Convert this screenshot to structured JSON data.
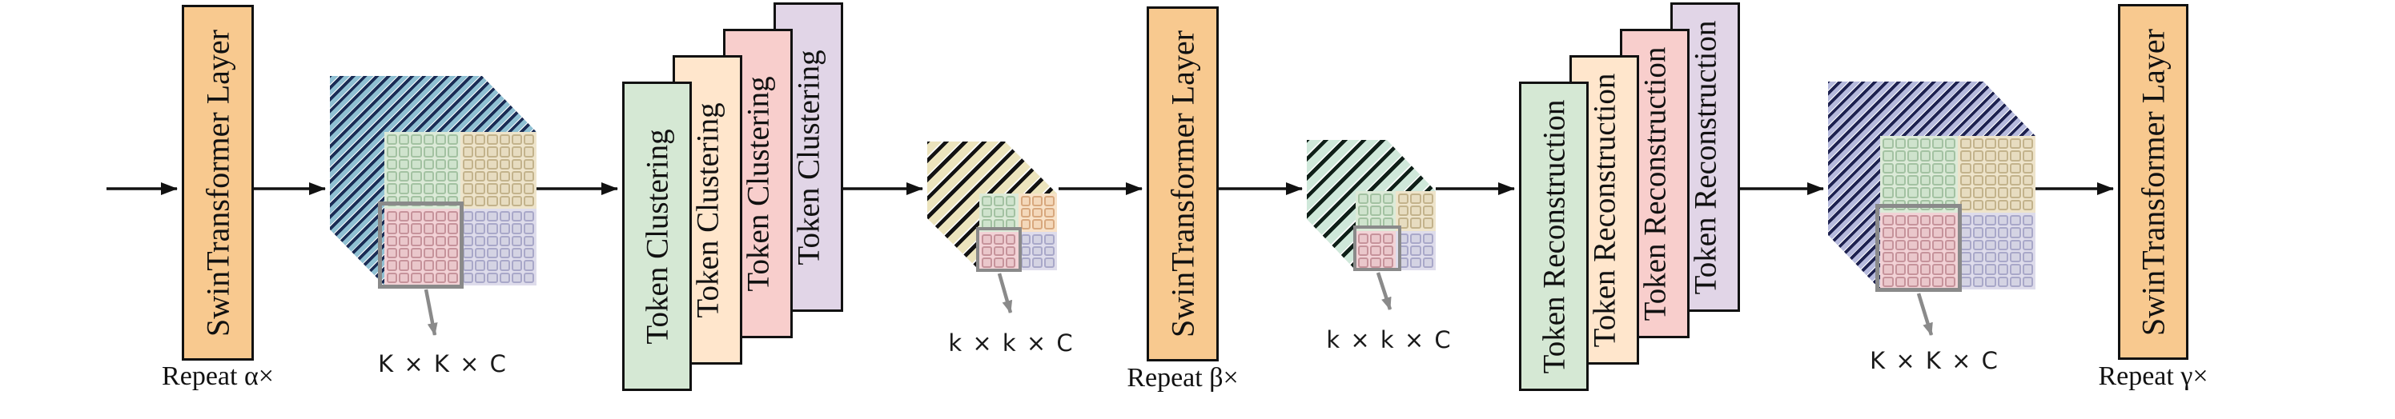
{
  "diagram": {
    "background": "#ffffff",
    "swin_blocks": [
      {
        "label": "SwinTransformer Layer",
        "repeat": "Repeat α×"
      },
      {
        "label": "SwinTransformer Layer",
        "repeat": "Repeat β×"
      },
      {
        "label": "SwinTransformer Layer",
        "repeat": "Repeat γ×"
      }
    ],
    "token_clustering": {
      "labels": [
        "Token Clustering",
        "Token Clustering",
        "Token Clustering",
        "Token Clustering"
      ]
    },
    "token_reconstruction": {
      "labels": [
        "Token Reconstruction",
        "Token Reconstruction",
        "Token Reconstruction",
        "Token Reconstruction"
      ]
    },
    "tensors": [
      {
        "dims": "K × K × C"
      },
      {
        "dims": "k × k × C"
      },
      {
        "dims": "k × k × C"
      },
      {
        "dims": "K × K × C"
      }
    ],
    "colors": {
      "swin_fill": "#f8c98f",
      "stack_green": "#d5e8d4",
      "stack_peach": "#ffe6cc",
      "stack_pink": "#f8cecc",
      "stack_lavender": "#e1d5e7",
      "stripe_blue": "#8fc0d3",
      "stripe_yellow": "#ece4bd",
      "stripe_teal": "#cfe8da",
      "stripe_purple": "#b6badd",
      "quad_green": "#cfe3cd",
      "quad_tan": "#e7dcc0",
      "quad_pink": "#eac7cb",
      "quad_lavender": "#d4d3e3",
      "outline": "#111111",
      "annotation_gray": "#8a8a8a"
    }
  }
}
